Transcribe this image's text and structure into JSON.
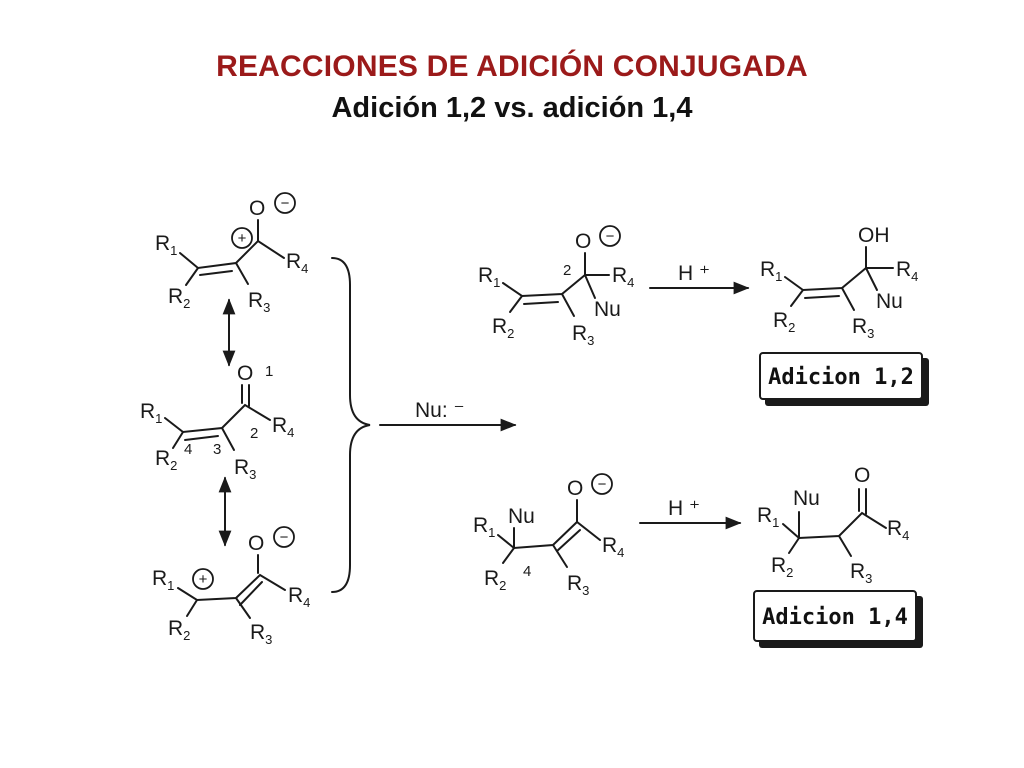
{
  "header": {
    "title": "REACCIONES DE ADICIÓN CONJUGADA",
    "subtitle": "Adición 1,2 vs. adición 1,4"
  },
  "scheme": {
    "R1": "R",
    "R2": "R",
    "R3": "R",
    "R4": "R",
    "sub1": "1",
    "sub2": "2",
    "sub3": "3",
    "sub4": "4",
    "O": "O",
    "OH": "OH",
    "Nu": "Nu",
    "pos1": "1",
    "pos2": "2",
    "pos3": "3",
    "pos4": "4",
    "plus": "+",
    "minus": "−",
    "reagent": "Nu: ⁻",
    "acid": "H ⁺",
    "product_12_label": "Adicion 1,2",
    "product_14_label": "Adicion 1,4"
  }
}
